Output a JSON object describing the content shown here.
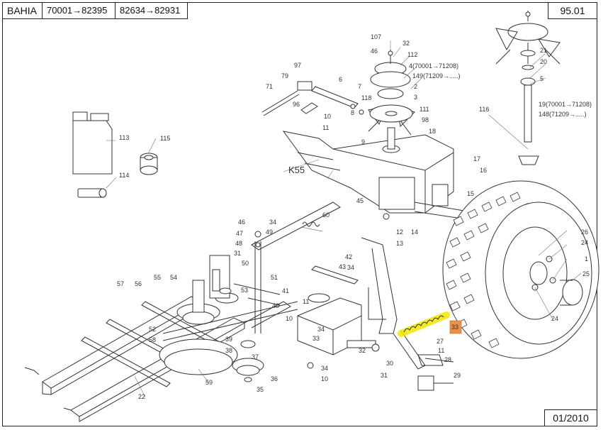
{
  "header": {
    "model": "BAHIA",
    "range1": "70001→82395",
    "range2": "82634→82931",
    "page": "95.01"
  },
  "footer": {
    "date": "01/2010"
  },
  "diagram": {
    "assembly_label": "K55",
    "highlight_part": "33",
    "highlight_color": "#f2e600",
    "marker_color": "#e8914a",
    "variant_labels": {
      "v4": "4(70001→71208)",
      "v149": "149(71209→.....)",
      "v19": "19(70001→71208)",
      "v148": "148(71209→.....)"
    },
    "callouts": [
      "107",
      "46",
      "32",
      "112",
      "97",
      "6",
      "79",
      "71",
      "96",
      "7",
      "118",
      "2",
      "3",
      "111",
      "98",
      "10",
      "11",
      "8",
      "9",
      "18",
      "116",
      "21",
      "20",
      "5",
      "113",
      "115",
      "114",
      "17",
      "16",
      "15",
      "60",
      "45",
      "12",
      "13",
      "14",
      "46",
      "34",
      "47",
      "49",
      "48",
      "31",
      "50",
      "51",
      "53",
      "42",
      "43",
      "34",
      "26",
      "24",
      "1",
      "25",
      "24",
      "57",
      "56",
      "55",
      "54",
      "52",
      "58",
      "41",
      "39",
      "38",
      "37",
      "36",
      "35",
      "40",
      "33",
      "10",
      "11",
      "32",
      "30",
      "31",
      "27",
      "11",
      "28",
      "29",
      "34",
      "10",
      "59",
      "22",
      "34"
    ]
  }
}
